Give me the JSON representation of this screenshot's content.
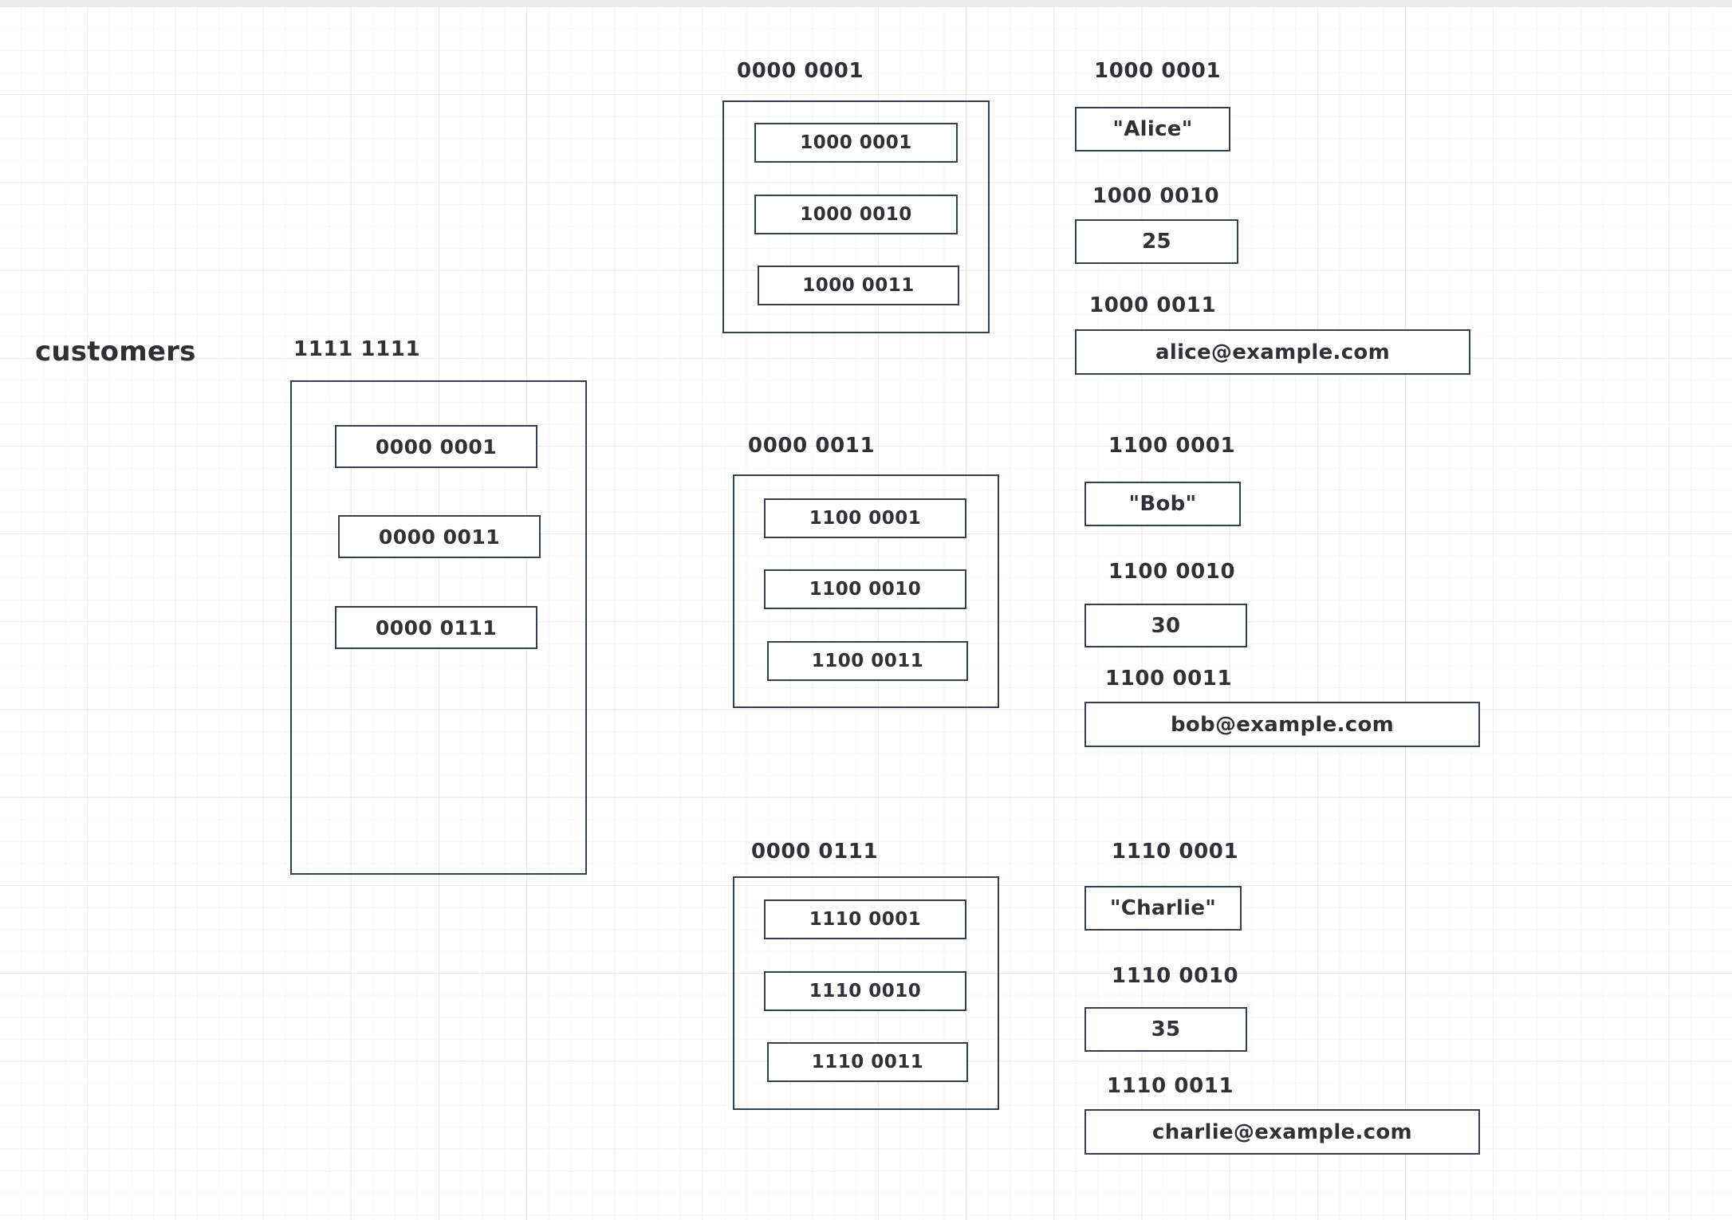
{
  "diagram": {
    "title": "customers",
    "root": {
      "address_label": "1111 1111",
      "entries": [
        "0000 0001",
        "0000 0011",
        "0000 0111"
      ]
    },
    "records": [
      {
        "address_label": "0000 0001",
        "field_pointers": [
          "1000 0001",
          "1000 0010",
          "1000 0011"
        ],
        "values": [
          {
            "address_label": "1000 0001",
            "value": "\"Alice\""
          },
          {
            "address_label": "1000 0010",
            "value": "25"
          },
          {
            "address_label": "1000 0011",
            "value": "alice@example.com"
          }
        ]
      },
      {
        "address_label": "0000 0011",
        "field_pointers": [
          "1100 0001",
          "1100 0010",
          "1100 0011"
        ],
        "values": [
          {
            "address_label": "1100 0001",
            "value": "\"Bob\""
          },
          {
            "address_label": "1100 0010",
            "value": "30"
          },
          {
            "address_label": "1100 0011",
            "value": "bob@example.com"
          }
        ]
      },
      {
        "address_label": "0000 0111",
        "field_pointers": [
          "1110 0001",
          "1110 0010",
          "1110 0011"
        ],
        "values": [
          {
            "address_label": "1110 0001",
            "value": "\"Charlie\""
          },
          {
            "address_label": "1110 0010",
            "value": "35"
          },
          {
            "address_label": "1110 0011",
            "value": "charlie@example.com"
          }
        ]
      }
    ],
    "colors": {
      "stroke": "#32404f",
      "text": "#2f3136",
      "background": "#ffffff",
      "grid_minor": "rgba(0,0,0,0.028)",
      "grid_major": "rgba(0,0,0,0.055)"
    }
  }
}
